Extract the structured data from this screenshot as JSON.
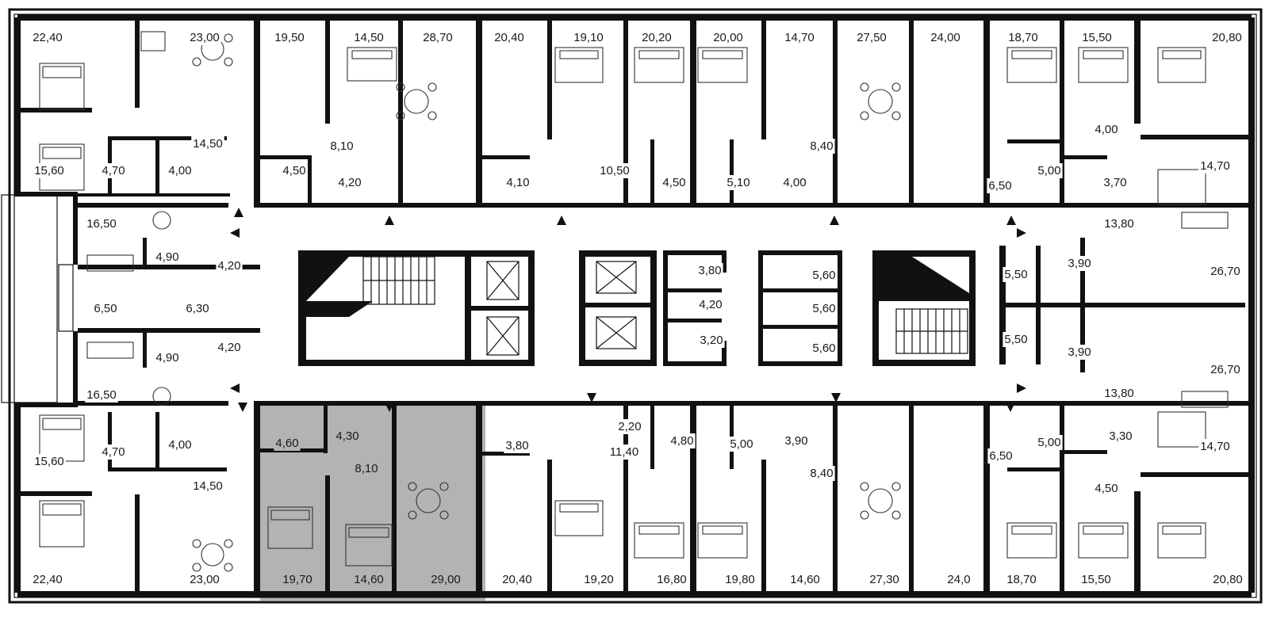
{
  "plan": {
    "highlight_color": "#b3b3b3",
    "wall_color": "#111111",
    "background_color": "#ffffff",
    "rooms": [
      {
        "id": "r1",
        "label": "22,40"
      },
      {
        "id": "r2",
        "label": "23,00"
      },
      {
        "id": "r3",
        "label": "19,50"
      },
      {
        "id": "r4",
        "label": "14,50"
      },
      {
        "id": "r5",
        "label": "28,70"
      },
      {
        "id": "r6",
        "label": "20,40"
      },
      {
        "id": "r7",
        "label": "19,10"
      },
      {
        "id": "r8",
        "label": "20,20"
      },
      {
        "id": "r9",
        "label": "20,00"
      },
      {
        "id": "r10",
        "label": "14,70"
      },
      {
        "id": "r11",
        "label": "27,50"
      },
      {
        "id": "r12",
        "label": "24,00"
      },
      {
        "id": "r13",
        "label": "18,70"
      },
      {
        "id": "r14",
        "label": "15,50"
      },
      {
        "id": "r15",
        "label": "20,80"
      },
      {
        "id": "r16",
        "label": "14,50"
      },
      {
        "id": "r17",
        "label": "8,10"
      },
      {
        "id": "r18",
        "label": "8,40"
      },
      {
        "id": "r19",
        "label": "4,00"
      },
      {
        "id": "r20",
        "label": "14,70"
      },
      {
        "id": "r21",
        "label": "15,60"
      },
      {
        "id": "r22",
        "label": "4,70"
      },
      {
        "id": "r23",
        "label": "4,00"
      },
      {
        "id": "r24",
        "label": "4,50"
      },
      {
        "id": "r25",
        "label": "4,20"
      },
      {
        "id": "r26",
        "label": "4,10"
      },
      {
        "id": "r27",
        "label": "10,50"
      },
      {
        "id": "r28",
        "label": "4,50"
      },
      {
        "id": "r29",
        "label": "5,10"
      },
      {
        "id": "r30",
        "label": "4,00"
      },
      {
        "id": "r31",
        "label": "6,50"
      },
      {
        "id": "r32",
        "label": "5,00"
      },
      {
        "id": "r33",
        "label": "3,70"
      },
      {
        "id": "r34",
        "label": "16,50"
      },
      {
        "id": "r35",
        "label": "13,80"
      },
      {
        "id": "r36",
        "label": "4,90"
      },
      {
        "id": "r37",
        "label": "4,20"
      },
      {
        "id": "r38",
        "label": "3,80"
      },
      {
        "id": "r39",
        "label": "5,60"
      },
      {
        "id": "r40",
        "label": "5,50"
      },
      {
        "id": "r41",
        "label": "3,90"
      },
      {
        "id": "r42",
        "label": "26,70"
      },
      {
        "id": "r43",
        "label": "6,50"
      },
      {
        "id": "r44",
        "label": "6,30"
      },
      {
        "id": "r45",
        "label": "4,20"
      },
      {
        "id": "r46",
        "label": "5,60"
      },
      {
        "id": "r47",
        "label": "4,90"
      },
      {
        "id": "r48",
        "label": "4,20"
      },
      {
        "id": "r49",
        "label": "3,20"
      },
      {
        "id": "r50",
        "label": "5,60"
      },
      {
        "id": "r51",
        "label": "5,50"
      },
      {
        "id": "r52",
        "label": "3,90"
      },
      {
        "id": "r53",
        "label": "26,70"
      },
      {
        "id": "r54",
        "label": "16,50"
      },
      {
        "id": "r55",
        "label": "13,80"
      },
      {
        "id": "r56",
        "label": "2,20"
      },
      {
        "id": "r57",
        "label": "4,80"
      },
      {
        "id": "r58",
        "label": "5,00"
      },
      {
        "id": "r59",
        "label": "3,90"
      },
      {
        "id": "r60",
        "label": "6,50"
      },
      {
        "id": "r61",
        "label": "5,00"
      },
      {
        "id": "r62",
        "label": "3,30"
      },
      {
        "id": "r63",
        "label": "4,60"
      },
      {
        "id": "r64",
        "label": "4,30"
      },
      {
        "id": "r65",
        "label": "4,70"
      },
      {
        "id": "r66",
        "label": "4,00"
      },
      {
        "id": "r67",
        "label": "3,80"
      },
      {
        "id": "r68",
        "label": "11,40"
      },
      {
        "id": "r69",
        "label": "14,70"
      },
      {
        "id": "r70",
        "label": "8,10"
      },
      {
        "id": "r71",
        "label": "8,40"
      },
      {
        "id": "r72",
        "label": "15,60"
      },
      {
        "id": "r73",
        "label": "14,50"
      },
      {
        "id": "r74",
        "label": "4,50"
      },
      {
        "id": "r75",
        "label": "22,40"
      },
      {
        "id": "r76",
        "label": "23,00"
      },
      {
        "id": "r77",
        "label": "19,70"
      },
      {
        "id": "r78",
        "label": "14,60"
      },
      {
        "id": "r79",
        "label": "29,00"
      },
      {
        "id": "r80",
        "label": "20,40"
      },
      {
        "id": "r81",
        "label": "19,20"
      },
      {
        "id": "r82",
        "label": "16,80"
      },
      {
        "id": "r83",
        "label": "19,80"
      },
      {
        "id": "r84",
        "label": "14,60"
      },
      {
        "id": "r85",
        "label": "27,30"
      },
      {
        "id": "r86",
        "label": "24,0"
      },
      {
        "id": "r87",
        "label": "18,70"
      },
      {
        "id": "r88",
        "label": "15,50"
      },
      {
        "id": "r89",
        "label": "20,80"
      }
    ]
  }
}
